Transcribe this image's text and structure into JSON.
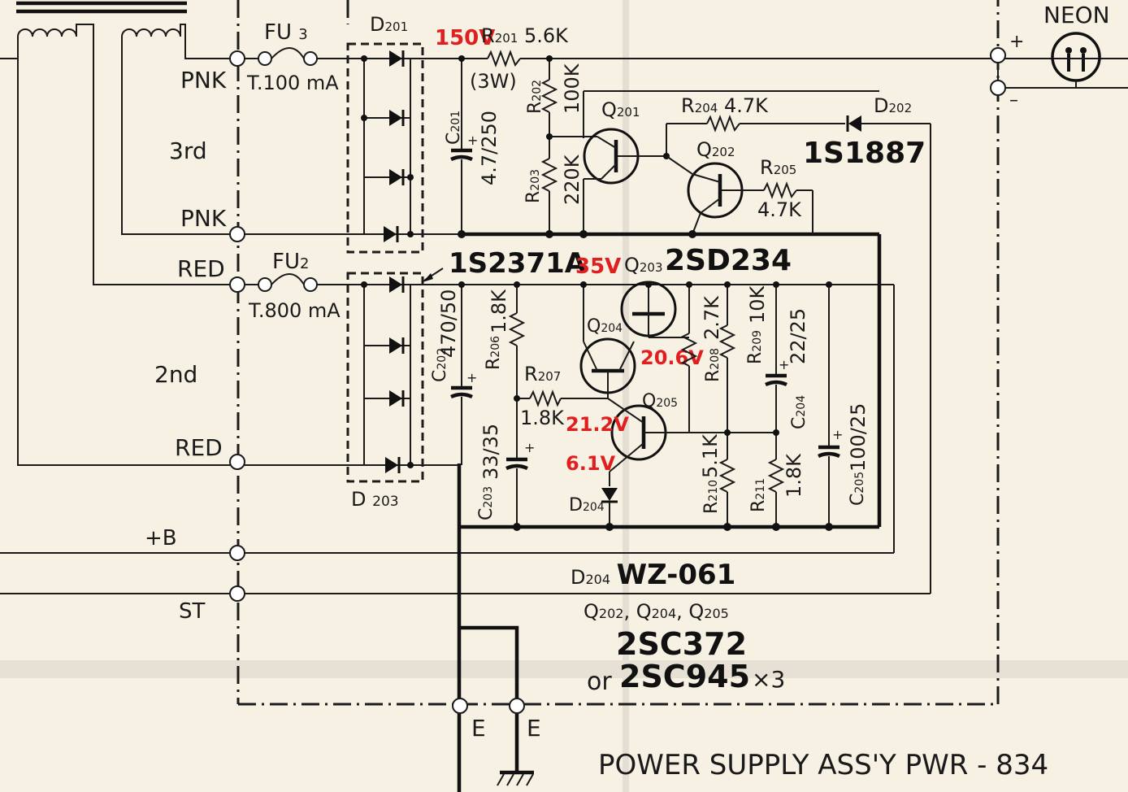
{
  "colors": {
    "voltage_label": "#e02020",
    "ink": "#1a1a1a",
    "paper": "#f6f1e3"
  },
  "transformer": {
    "winding_3rd": "3rd",
    "winding_2nd": "2nd",
    "wire_pnk_top": "PNK",
    "wire_pnk_bottom": "PNK",
    "wire_red_top": "RED",
    "wire_red_bottom": "RED"
  },
  "fuses": {
    "fu3": {
      "name": "FU",
      "sub": "3",
      "rating": "T.100 mA"
    },
    "fu2": {
      "name": "FU",
      "sub": "2",
      "rating": "T.800 mA"
    }
  },
  "diodes": {
    "d201": {
      "name": "D",
      "sub": "201"
    },
    "d203": {
      "name": "D",
      "sub": "203"
    },
    "d202": {
      "name": "D",
      "sub": "202",
      "type": "1S1887"
    },
    "d204": {
      "name": "D",
      "sub": "204"
    },
    "bridge_type": "1S2371A"
  },
  "voltages": {
    "v150": "150V",
    "v35": "35V",
    "v20_6": "20.6V",
    "v21_2": "21.2V",
    "v6_1": "6.1V"
  },
  "resistors": {
    "r201": {
      "name": "R",
      "sub": "201",
      "value": "5.6K",
      "power": "(3W)"
    },
    "r202": {
      "name": "R",
      "sub": "202",
      "value": "100K"
    },
    "r203": {
      "name": "R",
      "sub": "203",
      "value": "220K"
    },
    "r204": {
      "name": "R",
      "sub": "204",
      "value": "4.7K"
    },
    "r205": {
      "name": "R",
      "sub": "205",
      "value": "4.7K"
    },
    "r206": {
      "name": "R",
      "sub": "206",
      "value": "1.8K"
    },
    "r207": {
      "name": "R",
      "sub": "207",
      "value": "1.8K"
    },
    "r208": {
      "name": "R",
      "sub": "208",
      "value": "2.7K"
    },
    "r209": {
      "name": "R",
      "sub": "209",
      "value": "10K"
    },
    "r210": {
      "name": "R",
      "sub": "210",
      "value": "5.1K"
    },
    "r211": {
      "name": "R",
      "sub": "211",
      "value": "1.8K"
    }
  },
  "capacitors": {
    "c201": {
      "name": "C",
      "sub": "201",
      "value": "4.7/250"
    },
    "c202": {
      "name": "C",
      "sub": "202",
      "value": "470/50"
    },
    "c203": {
      "name": "C",
      "sub": "203",
      "value": "33/35"
    },
    "c204": {
      "name": "C",
      "sub": "204",
      "value": "22/25"
    },
    "c205": {
      "name": "C",
      "sub": "205",
      "value": "100/25"
    }
  },
  "transistors": {
    "q201": {
      "name": "Q",
      "sub": "201"
    },
    "q202": {
      "name": "Q",
      "sub": "202"
    },
    "q203": {
      "name": "Q",
      "sub": "203",
      "type": "2SD234"
    },
    "q204": {
      "name": "Q",
      "sub": "204"
    },
    "q205": {
      "name": "Q",
      "sub": "205"
    }
  },
  "outputs": {
    "neon": "NEON",
    "plus": "+",
    "minus": "–",
    "b_plus": "+B",
    "st": "ST",
    "e1": "E",
    "e2": "E"
  },
  "notes": {
    "zener": {
      "prefix": "D",
      "sub": "204",
      "type": "WZ-061"
    },
    "transistor_list": "Q",
    "transistor_list_subs": [
      "202",
      "204",
      "205"
    ],
    "type_a": "2SC372",
    "or_word": "or",
    "type_b": "2SC945",
    "qty": "×3"
  },
  "title": "POWER SUPPLY ASS'Y  PWR - 834"
}
